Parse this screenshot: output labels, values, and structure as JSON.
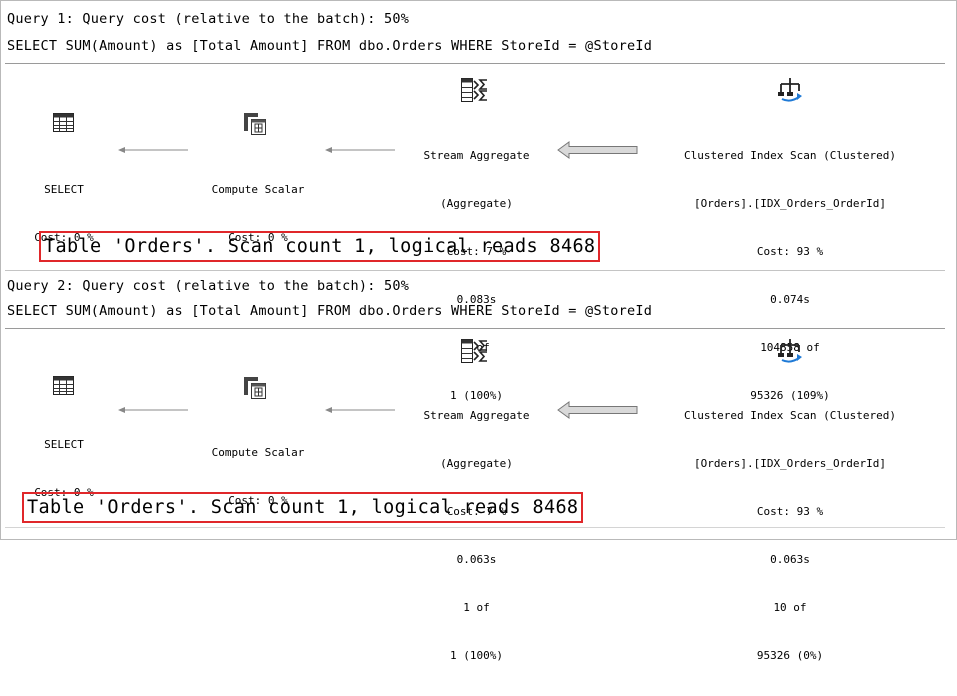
{
  "queries": [
    {
      "header": "Query 1: Query cost (relative to the batch): 50%",
      "sql": "SELECT SUM(Amount) as [Total Amount] FROM dbo.Orders WHERE StoreId = @StoreId",
      "select": {
        "name": "SELECT",
        "cost": "Cost: 0 %"
      },
      "compute": {
        "name": "Compute Scalar",
        "cost": "Cost: 0 %"
      },
      "stream": {
        "name": "Stream Aggregate",
        "sub": "(Aggregate)",
        "cost": "Cost: 7 %",
        "time": "0.083s",
        "rows": "1 of",
        "est": "1 (100%)"
      },
      "scan": {
        "name": "Clustered Index Scan (Clustered)",
        "object": "[Orders].[IDX_Orders_OrderId]",
        "cost": "Cost: 93 %",
        "time": "0.074s",
        "rows": "104858 of",
        "est": "95326 (109%)"
      },
      "io_message": "Table 'Orders'. Scan count 1, logical reads 8468"
    },
    {
      "header": "Query 2: Query cost (relative to the batch): 50%",
      "sql": "SELECT SUM(Amount) as [Total Amount] FROM dbo.Orders WHERE StoreId = @StoreId",
      "select": {
        "name": "SELECT",
        "cost": "Cost: 0 %"
      },
      "compute": {
        "name": "Compute Scalar",
        "cost": "Cost: 0 %"
      },
      "stream": {
        "name": "Stream Aggregate",
        "sub": "(Aggregate)",
        "cost": "Cost: 7 %",
        "time": "0.063s",
        "rows": "1 of",
        "est": "1 (100%)"
      },
      "scan": {
        "name": "Clustered Index Scan (Clustered)",
        "object": "[Orders].[IDX_Orders_OrderId]",
        "cost": "Cost: 93 %",
        "time": "0.063s",
        "rows": "10 of",
        "est": "95326 (0%)"
      },
      "io_message": "Table 'Orders'. Scan count 1, logical reads 8468"
    }
  ],
  "icons": {
    "select": "select-table-icon",
    "compute": "compute-scalar-icon",
    "stream": "stream-aggregate-icon",
    "scan": "clustered-index-scan-icon"
  },
  "colors": {
    "highlight_border": "#e0272a",
    "icon_accent": "#1f7ad6"
  }
}
